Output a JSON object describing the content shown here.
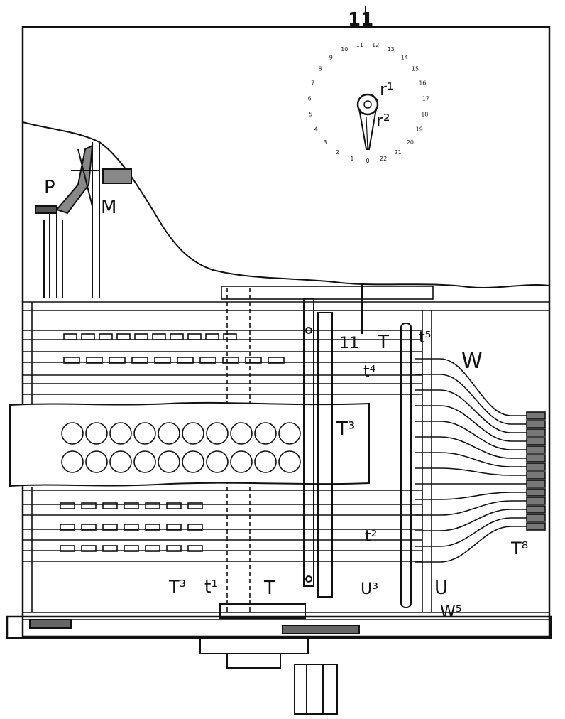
{
  "figure_number": "11",
  "labels": {
    "P": "P",
    "M": "M",
    "r1": "r¹",
    "r2": "r²",
    "T_top": "T",
    "eleven": "11",
    "t5": "t⁵",
    "t4": "t⁴",
    "W": "W",
    "T3_right": "T³",
    "t2": "t²",
    "T8": "T⁸",
    "T3_left": "T³",
    "t1": "t¹",
    "T_bottom": "T",
    "U3": "U³",
    "U": "U",
    "W5": "W⁵"
  },
  "dial_numbers": [
    "0",
    "1",
    "2",
    "3",
    "4",
    "5",
    "6",
    "7",
    "8",
    "9",
    "10",
    "11",
    "12",
    "13",
    "14",
    "15",
    "16",
    "17",
    "18",
    "19",
    "20",
    "21",
    "22"
  ]
}
